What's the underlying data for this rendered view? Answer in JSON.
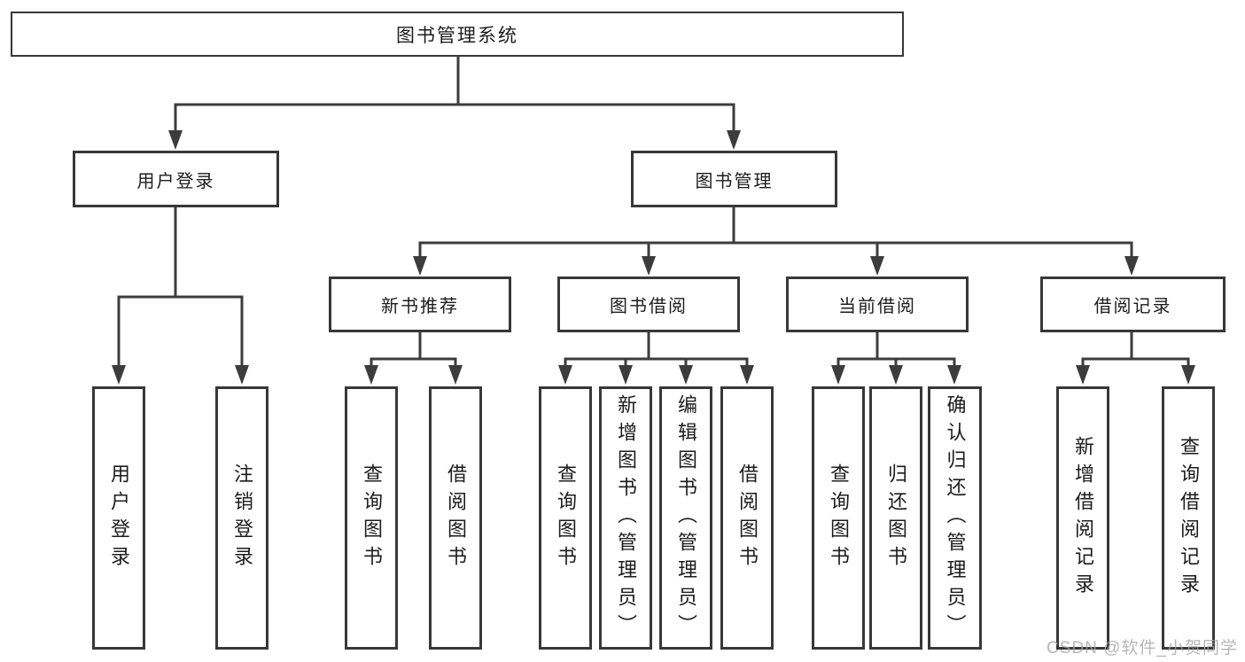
{
  "diagram_type": "function-structure-tree",
  "colors": {
    "background": "#ffffff",
    "line": "#3c3c3c",
    "box_border": "#383838",
    "text": "#1c1c1c",
    "watermark": "#a5a5a5"
  },
  "tree": {
    "label": "图书管理系统",
    "children": [
      {
        "label": "用户登录",
        "children": [
          {
            "label": "用户登录"
          },
          {
            "label": "注销登录"
          }
        ]
      },
      {
        "label": "图书管理",
        "children": [
          {
            "label": "新书推荐",
            "children": [
              {
                "label": "查询图书"
              },
              {
                "label": "借阅图书"
              }
            ]
          },
          {
            "label": "图书借阅",
            "children": [
              {
                "label": "查询图书"
              },
              {
                "label": "新增图书（管理员）"
              },
              {
                "label": "编辑图书（管理员）"
              },
              {
                "label": "借阅图书"
              }
            ]
          },
          {
            "label": "当前借阅",
            "children": [
              {
                "label": "查询图书"
              },
              {
                "label": "归还图书"
              },
              {
                "label": "确认归还（管理员）"
              }
            ]
          },
          {
            "label": "借阅记录",
            "children": [
              {
                "label": "新增借阅记录"
              },
              {
                "label": "查询借阅记录"
              }
            ]
          }
        ]
      }
    ]
  },
  "watermark": {
    "text": "CSDN @软件_小贺同学"
  }
}
